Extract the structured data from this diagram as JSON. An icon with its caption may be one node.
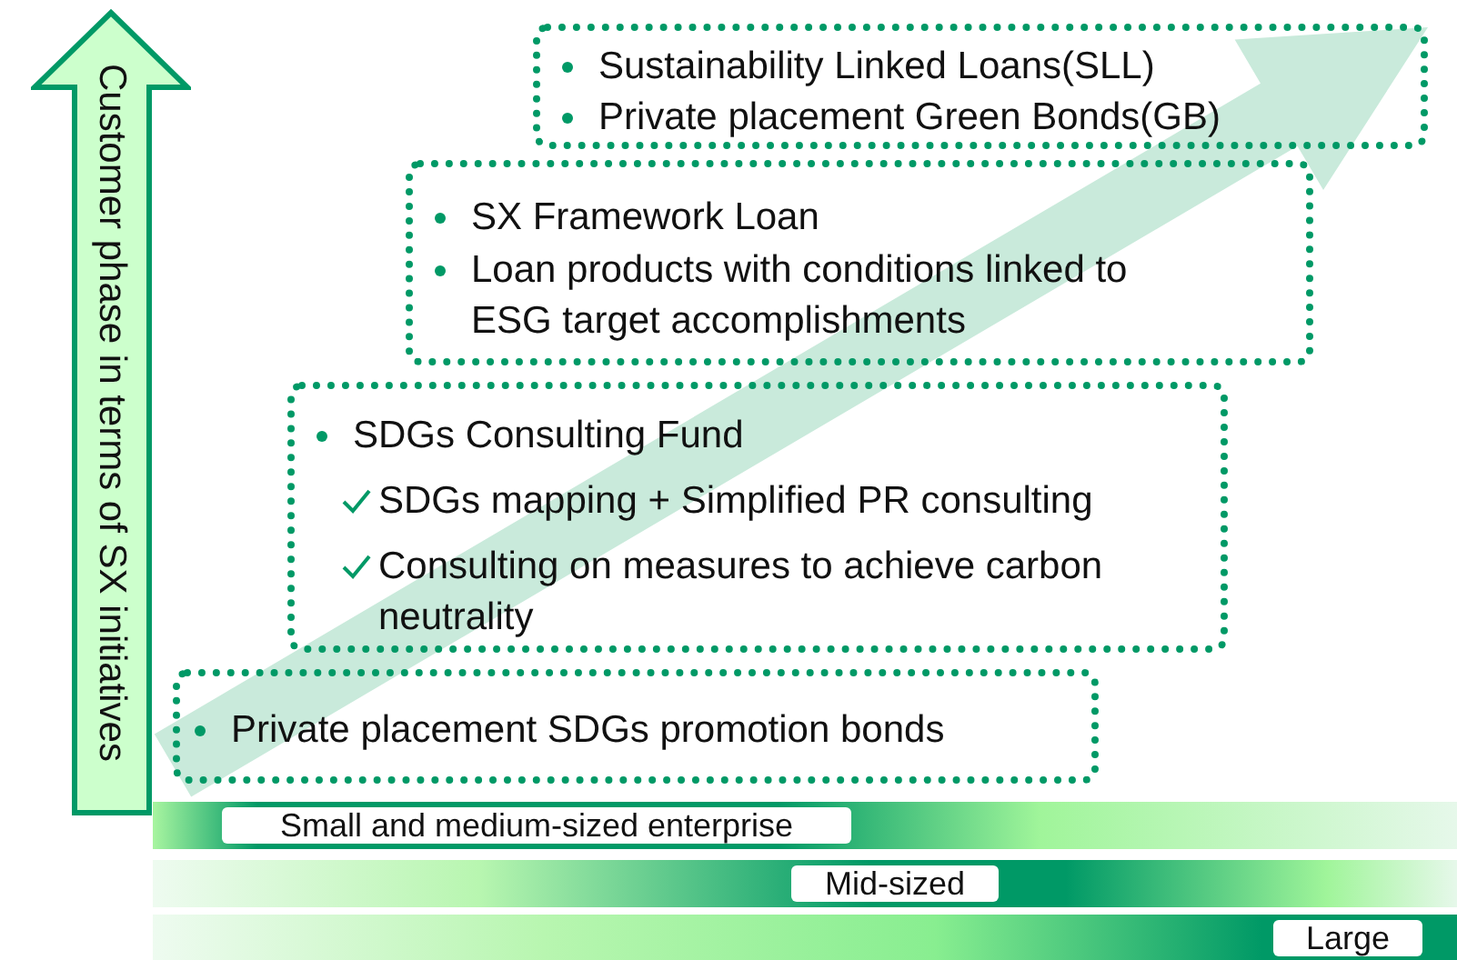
{
  "diagram": {
    "nodes": [
      {
        "text": [
          "Customer phase in terms of SX initiatives"
        ]
      },
      {
        "text": [
          "Sustainability Linked Loans(SLL)",
          "Private placement Green Bonds(GB)"
        ]
      },
      {
        "text": [
          "SX Framework Loan",
          "Loan products with conditions linked to ESG target accomplishments"
        ]
      },
      {
        "text": [
          "SDGs Consulting Fund",
          "SDGs mapping + Simplified PR consulting",
          "Consulting on measures to achieve carbon neutrality"
        ]
      },
      {
        "text": [
          "Private placement SDGs promotion bonds"
        ]
      },
      {
        "text": [
          "Small and medium-sized enterprise"
        ]
      },
      {
        "text": [
          "Mid-sized"
        ]
      },
      {
        "text": [
          "Large"
        ]
      }
    ],
    "edges": [
      {
        "from": 4,
        "to": 1,
        "arrow": "to"
      }
    ]
  }
}
